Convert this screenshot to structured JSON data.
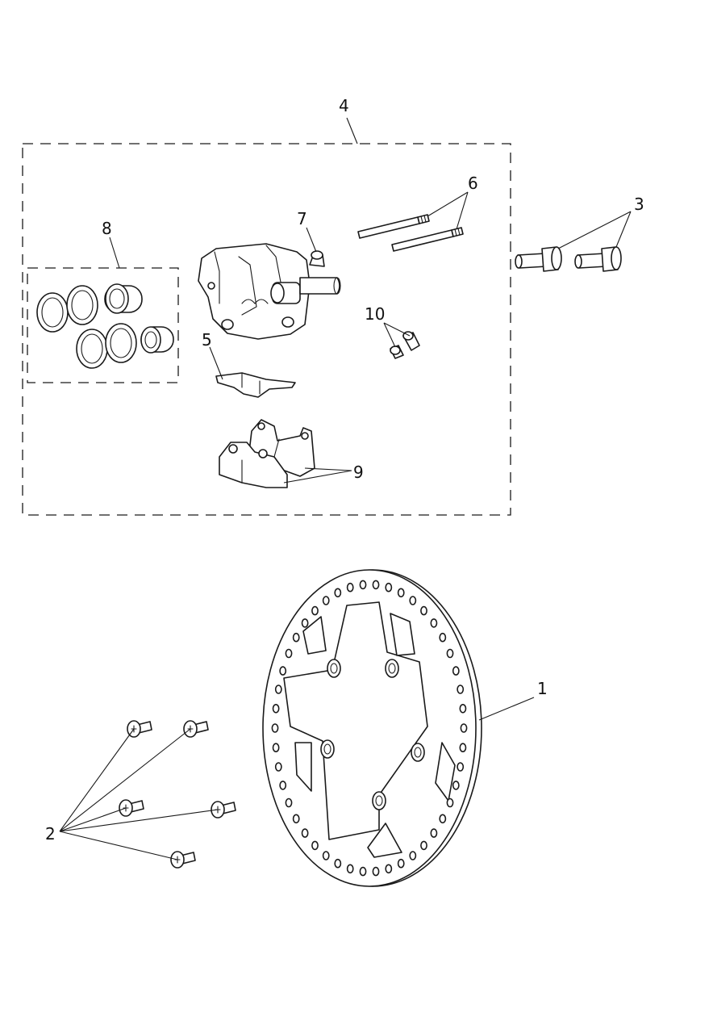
{
  "callouts": [
    {
      "id": "1",
      "text": "1",
      "part": "brake-disc"
    },
    {
      "id": "2",
      "text": "2",
      "part": "disc-bolts"
    },
    {
      "id": "3",
      "text": "3",
      "part": "caliper-mounting-bolts"
    },
    {
      "id": "4",
      "text": "4",
      "part": "caliper-assembly-kit"
    },
    {
      "id": "5",
      "text": "5",
      "part": "pad-spring"
    },
    {
      "id": "6",
      "text": "6",
      "part": "pad-pins"
    },
    {
      "id": "7",
      "text": "7",
      "part": "bleed-nipple"
    },
    {
      "id": "8",
      "text": "8",
      "part": "piston-seal-kit"
    },
    {
      "id": "9",
      "text": "9",
      "part": "brake-pads"
    },
    {
      "id": "10",
      "text": "10",
      "part": "pin-plugs"
    }
  ],
  "colors": {
    "line": "#1a1a1a",
    "background": "#ffffff"
  }
}
